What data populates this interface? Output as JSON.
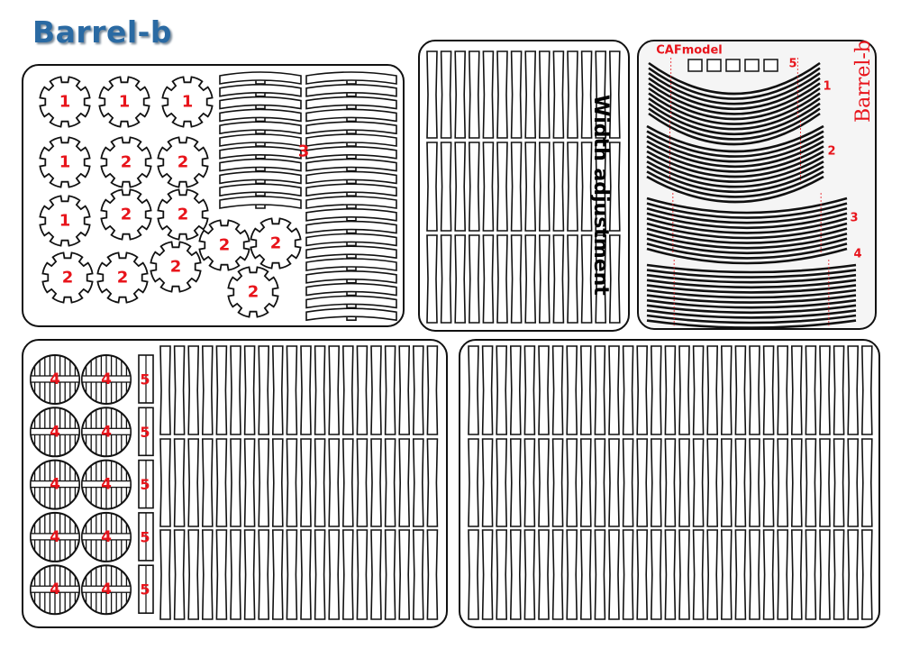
{
  "title": "Barrel-b",
  "colors": {
    "accent_red": "#e8141b",
    "title_blue": "#2a6aa3",
    "outline": "#111111"
  },
  "panel_gears": {
    "gear_labels": [
      "1",
      "1",
      "1",
      "1",
      "2",
      "2",
      "1",
      "2",
      "2",
      "2",
      "2",
      "2",
      "2",
      "2",
      "2"
    ],
    "strip_label": "3"
  },
  "panel_width": {
    "text": "Width adjustment"
  },
  "panel_hoops": {
    "brand": "CAFmodel",
    "side_title": "Barrel-b",
    "square_label": "5",
    "group_labels": [
      "1",
      "2",
      "3",
      "4"
    ]
  },
  "panel_lids": {
    "lid_labels": [
      "4",
      "4",
      "4",
      "4",
      "4",
      "4",
      "4",
      "4",
      "4",
      "4"
    ],
    "bar_labels": [
      "5",
      "5",
      "5",
      "5",
      "5"
    ]
  }
}
